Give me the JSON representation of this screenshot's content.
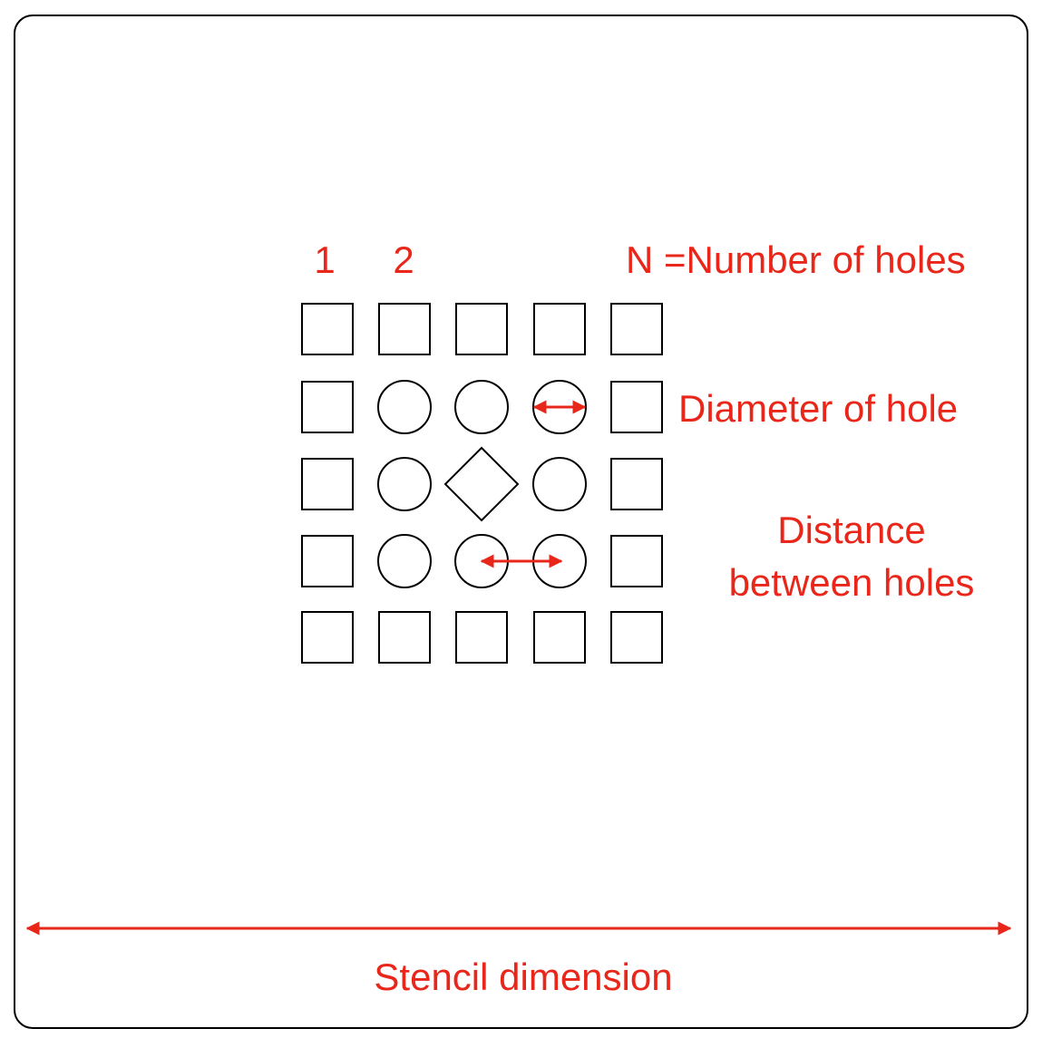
{
  "colors": {
    "annotation": "#e8261a",
    "outline": "#000000",
    "background": "#ffffff"
  },
  "labels": {
    "column_1": "1",
    "column_2": "2",
    "number_of_holes": "N =Number of holes",
    "diameter_of_hole": "Diameter of hole",
    "distance_line1": "Distance",
    "distance_line2": "between holes",
    "stencil_dimension": "Stencil dimension"
  },
  "grid": {
    "rows": [
      [
        "square",
        "square",
        "square",
        "square",
        "square"
      ],
      [
        "square",
        "circle",
        "circle",
        "circle",
        "square"
      ],
      [
        "square",
        "circle",
        "diamond",
        "circle",
        "square"
      ],
      [
        "square",
        "circle",
        "circle",
        "circle",
        "square"
      ],
      [
        "square",
        "square",
        "square",
        "square",
        "square"
      ]
    ]
  }
}
